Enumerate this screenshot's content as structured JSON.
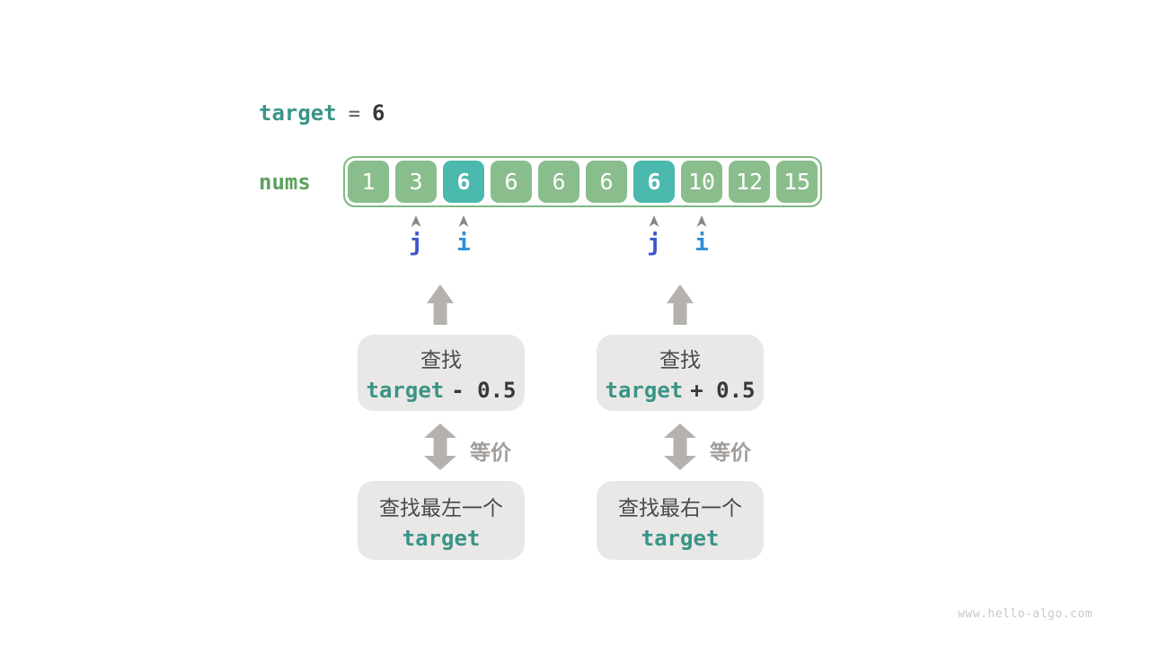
{
  "palette": {
    "page_bg": "#ffffff",
    "teal_text": "#3b9488",
    "green_label": "#5ba25e",
    "cell_green": "#8abd8c",
    "cell_teal": "#4bb9ad",
    "array_border": "#7db981",
    "gray_box_bg": "#e9e8e6",
    "text_dark": "#383838",
    "cjk_text": "#4a4a4a",
    "equals_gray": "#5a5a5a",
    "arrow_gray": "#b5b1ad",
    "equiv_text": "#a19d9a",
    "caret_gray": "#8a8683",
    "watermark_gray": "#c9c9c9",
    "pointer_j_blue": "#3b54ce",
    "pointer_i_blue": "#2f8fd6"
  },
  "title": {
    "keyword": "target",
    "equals": "=",
    "value": "6"
  },
  "array": {
    "label": "nums",
    "values": [
      "1",
      "3",
      "6",
      "6",
      "6",
      "6",
      "6",
      "10",
      "12",
      "15"
    ],
    "highlight_indices": [
      2,
      6
    ]
  },
  "pointers": [
    {
      "label": "j",
      "index": 1,
      "color": "#3b54ce"
    },
    {
      "label": "i",
      "index": 2,
      "color": "#2f8fd6"
    },
    {
      "label": "j",
      "index": 6,
      "color": "#3b54ce"
    },
    {
      "label": "i",
      "index": 7,
      "color": "#2f8fd6"
    }
  ],
  "flow": {
    "left": {
      "top_line1": "查找",
      "top_code": "target",
      "top_op": "- 0.5",
      "equiv_label": "等价",
      "bottom_line1": "查找最左一个",
      "bottom_code": "target"
    },
    "right": {
      "top_line1": "查找",
      "top_code": "target",
      "top_op": "+ 0.5",
      "equiv_label": "等价",
      "bottom_line1": "查找最右一个",
      "bottom_code": "target"
    }
  },
  "watermark": "www.hello-algo.com"
}
